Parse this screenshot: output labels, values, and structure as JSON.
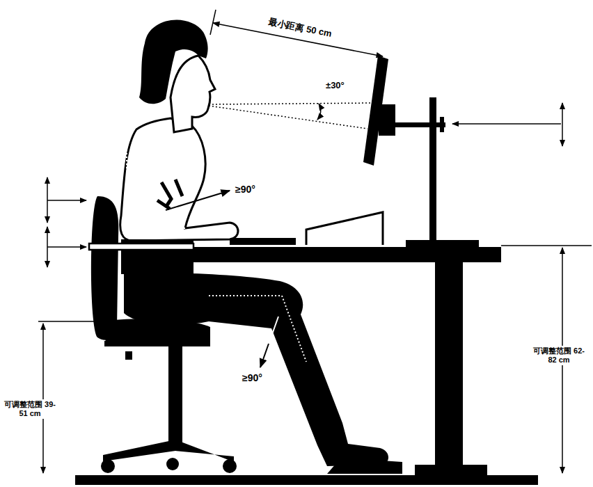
{
  "diagram": {
    "labels": [
      "最小距离 50 cm",
      "±30°",
      "≥90°",
      "≥90°",
      "可调整范围 39-51 cm",
      "可调整范围 62-82 cm"
    ]
  }
}
